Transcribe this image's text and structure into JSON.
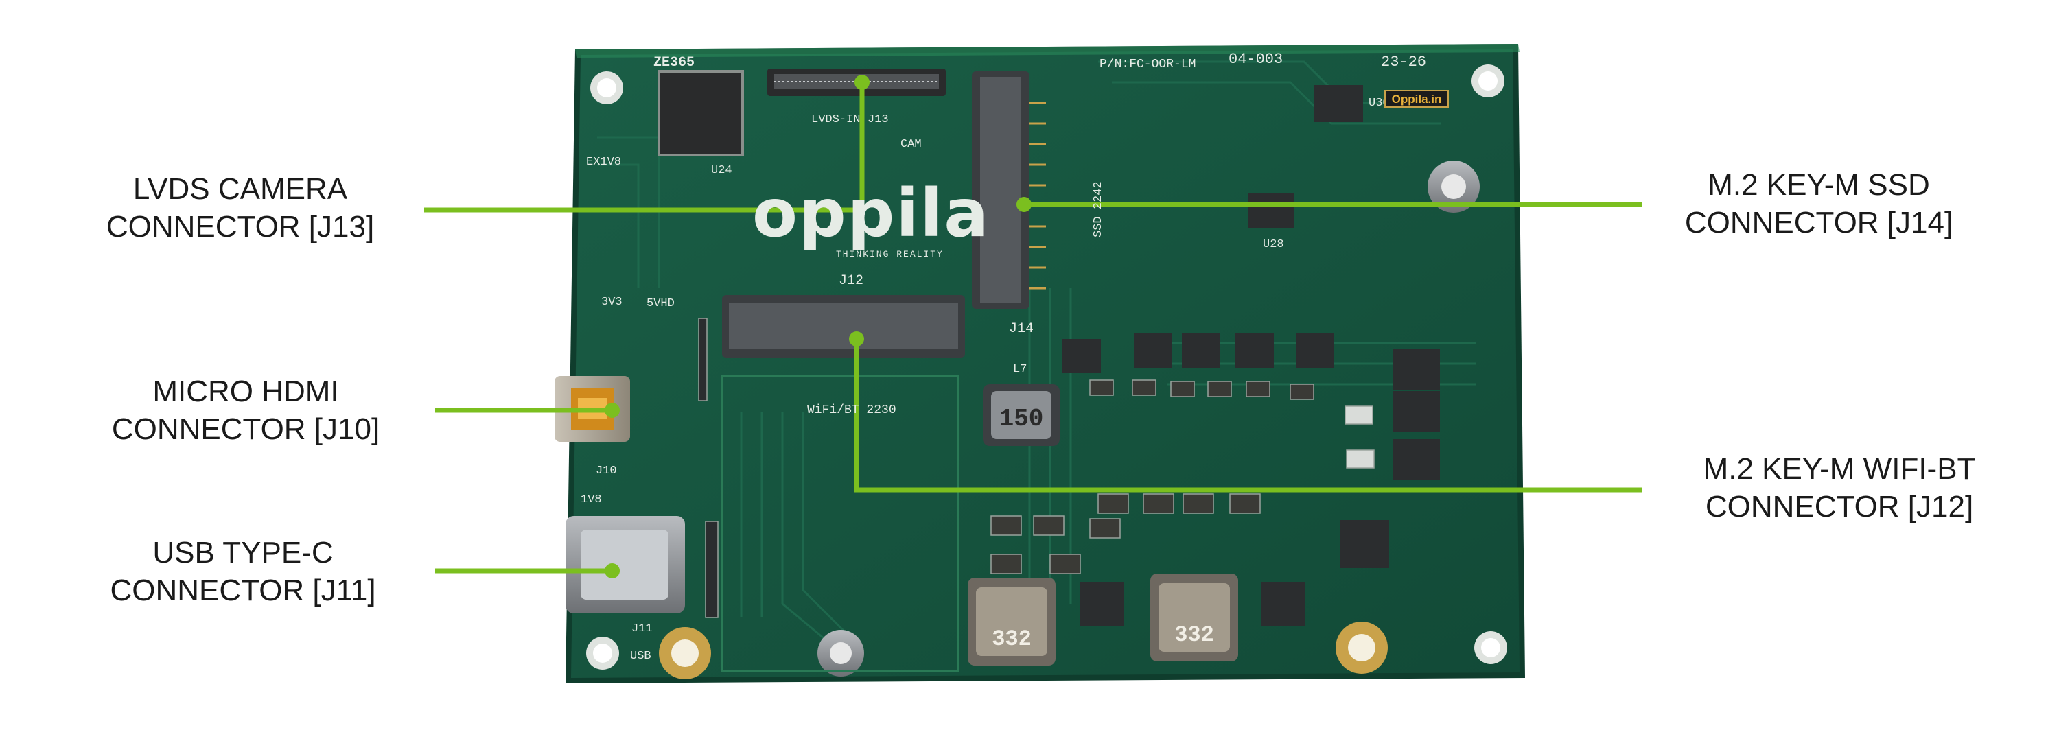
{
  "colors": {
    "callout_line": "#7bbf1f",
    "pcb": "#16543f",
    "pcb_dark": "#0f3d2d",
    "silkscreen": "#e6ece6",
    "gold": "#c9a24a"
  },
  "callouts": [
    {
      "id": "lvds",
      "line1": "LVDS CAMERA",
      "line2": "CONNECTOR [J13]"
    },
    {
      "id": "hdmi",
      "line1": "MICRO HDMI",
      "line2": "CONNECTOR [J10]"
    },
    {
      "id": "usbc",
      "line1": "USB TYPE-C",
      "line2": "CONNECTOR [J11]"
    },
    {
      "id": "ssd",
      "line1": "M.2 KEY-M SSD",
      "line2": "CONNECTOR [J14]"
    },
    {
      "id": "wifi",
      "line1": "M.2 KEY-M WIFI-BT",
      "line2": "CONNECTOR  [J12]"
    }
  ],
  "board": {
    "logo": "oppila",
    "logo_tagline": "THINKING REALITY",
    "brand_tag": "Oppila.in",
    "part_number": "P/N:FC-OOR-LM",
    "date_code": "04-003",
    "revision": "23-26",
    "top_left_mark": "ZE365",
    "silk": {
      "lvds_in": "LVDS-IN",
      "j13": "J13",
      "cam": "CAM",
      "j12": "J12",
      "j14": "J14",
      "ssd_2242": "SSD 2242",
      "wifi_bt_2230": "WiFi/BT 2230",
      "j10": "J10",
      "j11": "J11",
      "usb": "USB",
      "v1v8": "1V8",
      "v3v3": "3V3",
      "v5vhd": "5VHD",
      "ex1v8": "EX1V8",
      "l7": "L7",
      "inductor_150": "150",
      "inductor_332": "332",
      "u24": "U24",
      "u28": "U28",
      "u30": "U30"
    }
  }
}
